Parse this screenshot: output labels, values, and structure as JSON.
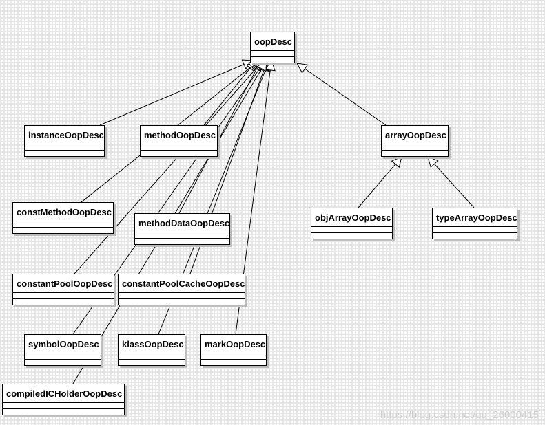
{
  "diagram": {
    "classes": [
      {
        "id": "oopDesc",
        "label": "oopDesc"
      },
      {
        "id": "instanceOopDesc",
        "label": "instanceOopDesc"
      },
      {
        "id": "methodOopDesc",
        "label": "methodOopDesc"
      },
      {
        "id": "arrayOopDesc",
        "label": "arrayOopDesc"
      },
      {
        "id": "constMethodOopDesc",
        "label": "constMethodOopDesc"
      },
      {
        "id": "methodDataOopDesc",
        "label": "methodDataOopDesc"
      },
      {
        "id": "objArrayOopDesc",
        "label": "objArrayOopDesc"
      },
      {
        "id": "typeArrayOopDesc",
        "label": "typeArrayOopDesc"
      },
      {
        "id": "constantPoolOopDesc",
        "label": "constantPoolOopDesc"
      },
      {
        "id": "constantPoolCacheOopDesc",
        "label": "constantPoolCacheOopDesc"
      },
      {
        "id": "symbolOopDesc",
        "label": "symbolOopDesc"
      },
      {
        "id": "klassOopDesc",
        "label": "klassOopDesc"
      },
      {
        "id": "markOopDesc",
        "label": "markOopDesc"
      },
      {
        "id": "compiledICHolderOopDesc",
        "label": "compiledICHolderOopDesc"
      }
    ],
    "generalizations": [
      {
        "child": "instanceOopDesc",
        "parent": "oopDesc"
      },
      {
        "child": "methodOopDesc",
        "parent": "oopDesc"
      },
      {
        "child": "constMethodOopDesc",
        "parent": "oopDesc"
      },
      {
        "child": "methodDataOopDesc",
        "parent": "oopDesc"
      },
      {
        "child": "constantPoolOopDesc",
        "parent": "oopDesc"
      },
      {
        "child": "constantPoolCacheOopDesc",
        "parent": "oopDesc"
      },
      {
        "child": "symbolOopDesc",
        "parent": "oopDesc"
      },
      {
        "child": "klassOopDesc",
        "parent": "oopDesc"
      },
      {
        "child": "markOopDesc",
        "parent": "oopDesc"
      },
      {
        "child": "compiledICHolderOopDesc",
        "parent": "oopDesc"
      },
      {
        "child": "arrayOopDesc",
        "parent": "oopDesc"
      },
      {
        "child": "objArrayOopDesc",
        "parent": "arrayOopDesc"
      },
      {
        "child": "typeArrayOopDesc",
        "parent": "arrayOopDesc"
      }
    ]
  },
  "watermark": "https://blog.csdn.net/qq_26000415"
}
